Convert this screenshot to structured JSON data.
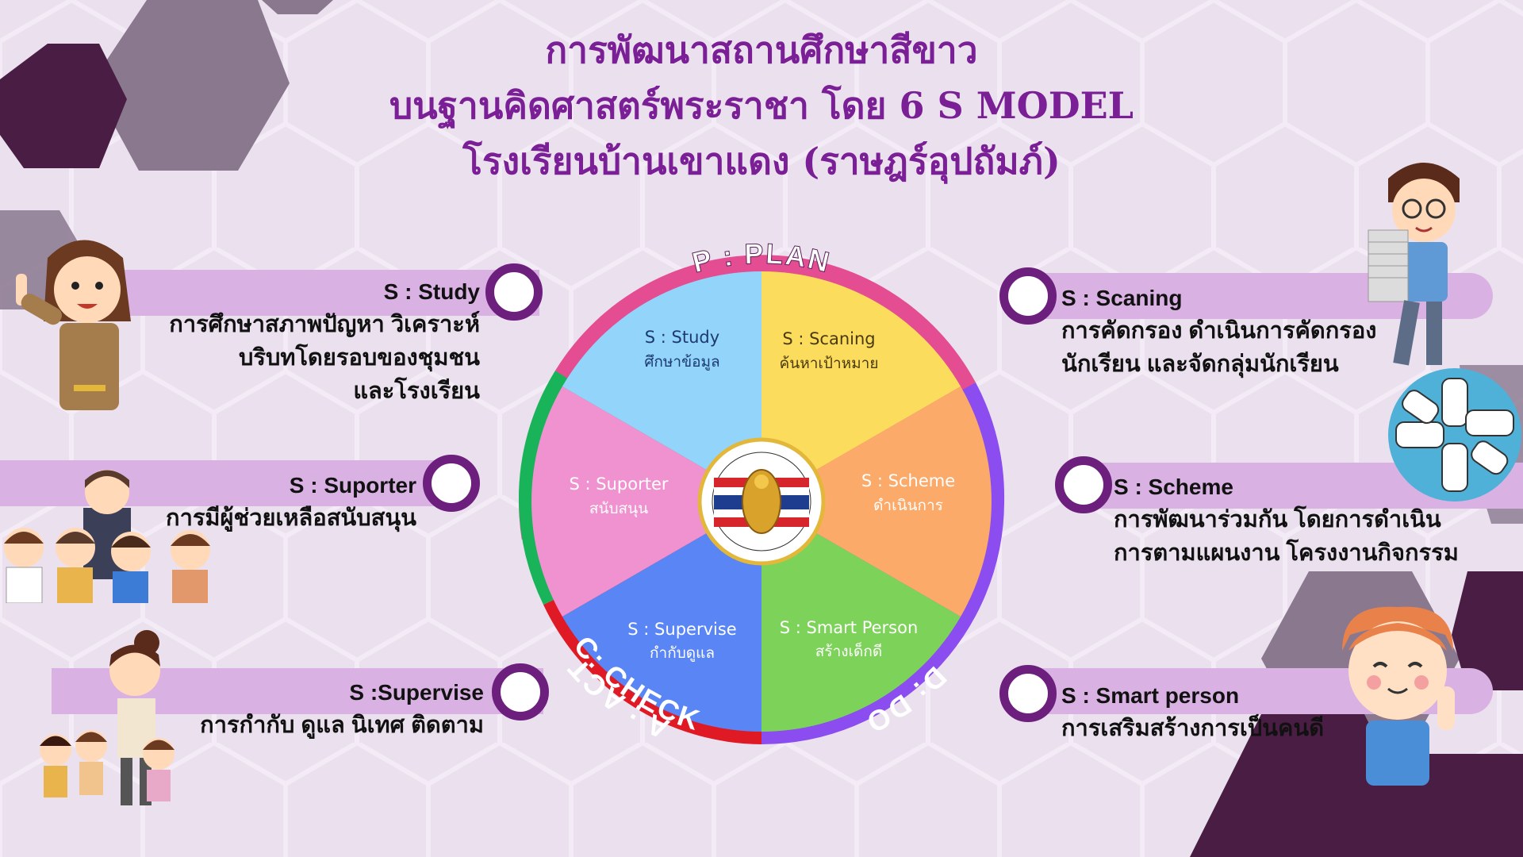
{
  "title": {
    "line1": "การพัฒนาสถานศึกษาสีขาว",
    "line2": "บนฐานคิดศาสตร์พระราชา โดย 6 S MODEL",
    "line3": "โรงเรียนบ้านเขาแดง (ราษฎร์อุปถัมภ์)"
  },
  "pdca": {
    "plan": "P : PLAN",
    "do": "D: DO",
    "check": "C: CHECK",
    "act": "A : ACT"
  },
  "segments": [
    {
      "title": "S : Study",
      "sub": "ศึกษาข้อมูล"
    },
    {
      "title": "S : Scaning",
      "sub": "ค้นหาเป้าหมาย"
    },
    {
      "title": "S : Scheme",
      "sub": "ดำเนินการ"
    },
    {
      "title": "S : Smart Person",
      "sub": "สร้างเด็กดี"
    },
    {
      "title": "S : Supervise",
      "sub": "กำกับดูแล"
    },
    {
      "title": "S : Suporter",
      "sub": "สนับสนุน"
    }
  ],
  "left": [
    {
      "heading": "S : Study",
      "lines": [
        "การศึกษาสภาพปัญหา วิเคราะห์",
        "บริบทโดยรอบของชุมชน",
        "และโรงเรียน"
      ]
    },
    {
      "heading": "S : Suporter",
      "lines": [
        "การมีผู้ช่วยเหลือสนับสนุน"
      ]
    },
    {
      "heading": "S :Supervise",
      "lines": [
        "การกำกับ ดูแล นิเทศ ติดตาม"
      ]
    }
  ],
  "right": [
    {
      "heading": "S : Scaning",
      "lines": [
        "การคัดกรอง ดำเนินการคัดกรอง",
        "นักเรียน และจัดกลุ่มนักเรียน"
      ]
    },
    {
      "heading": "S : Scheme",
      "lines": [
        "การพัฒนาร่วมกัน โดยการดำเนิน",
        "การตามแผนงาน โครงงานกิจกรรม"
      ]
    },
    {
      "heading": "S : Smart person",
      "lines": [
        "การเสริมสร้างการเป็นคนดี"
      ]
    }
  ],
  "colors": {
    "plan": "#e44d91",
    "do": "#8b4cf0",
    "check": "#e01a24",
    "act": "#19b35a",
    "study": "#93d4fb",
    "scaning": "#fbdc5c",
    "scheme": "#fbaa6a",
    "smart": "#7dd35a",
    "supervise": "#5a85f5",
    "suporter": "#f092cf",
    "title": "#7a1f96",
    "band": "#d9b2e3",
    "ring": "#6c1f7c"
  },
  "icons": [
    "school-emblem-icon",
    "teacher-pointing-icon",
    "children-group-icon",
    "teacher-with-kids-icon",
    "man-carrying-books-icon",
    "hands-together-icon",
    "smiling-boy-icon"
  ]
}
